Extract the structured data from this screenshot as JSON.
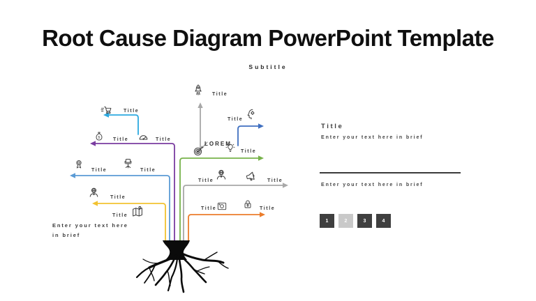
{
  "slide": {
    "title": "Root Cause Diagram PowerPoint Template",
    "subtitle": "Subtitle"
  },
  "diagram": {
    "colors": {
      "cyan": "#2CA9E0",
      "purple": "#7A3CA0",
      "light_blue": "#5B9BD5",
      "yellow": "#F2C230",
      "dark_blue": "#3F6FC0",
      "green": "#77B24A",
      "gray": "#A8A8A8",
      "orange": "#EB7D2C",
      "trunk": "#0b0b0b"
    },
    "labels": {
      "cart": "Title",
      "money_bag": "Title",
      "gauge": "Title",
      "medal": "Title",
      "chair": "Title",
      "person_globe": "Title",
      "map": "Title",
      "rocket": "Title",
      "lorem": "LOREM",
      "head_gear": "Title",
      "bulb": "Title",
      "person_globe_2": "Title",
      "megaphone": "Title",
      "camera": "Title",
      "lock": "Title"
    },
    "note_line1": "Enter your text here",
    "note_line2": "in brief"
  },
  "panel": {
    "title": "Title",
    "text_top": "Enter your text here in brief",
    "text_bottom": "Enter your text here in brief",
    "steps": [
      "1",
      "2",
      "3",
      "4"
    ],
    "step_colors": {
      "default": "#3F3F3F",
      "highlight": "#C9C9C9"
    }
  }
}
